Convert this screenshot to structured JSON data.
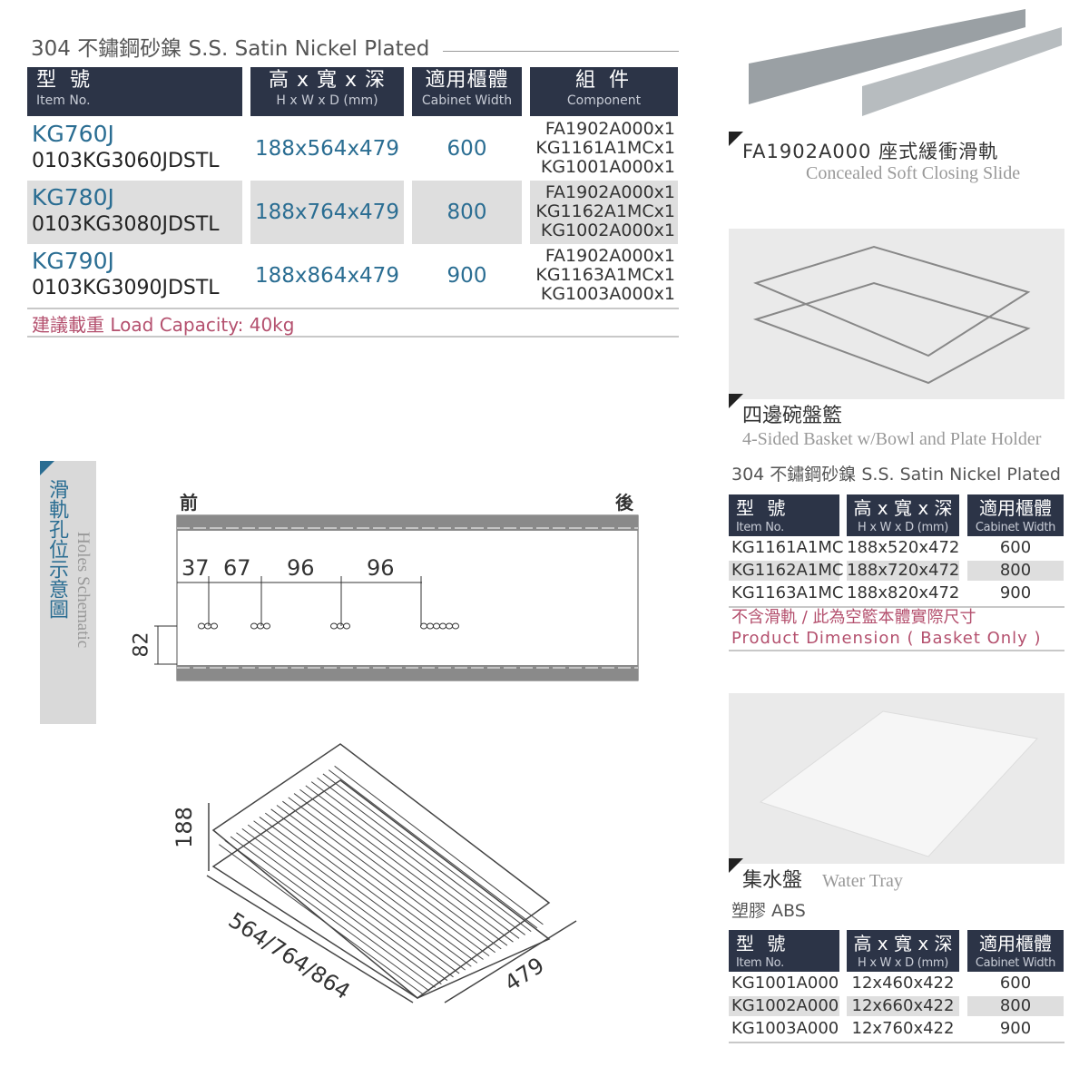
{
  "main": {
    "section_title": "304 不鏽鋼砂鎳 S.S. Satin Nickel Plated",
    "headers": [
      {
        "zh": "型 號",
        "en": "Item No."
      },
      {
        "zh": "高 x 寬 x 深",
        "en": "H x W x D (mm)"
      },
      {
        "zh": "適用櫃體",
        "en": "Cabinet Width"
      },
      {
        "zh": "組 件",
        "en": "Component"
      }
    ],
    "rows": [
      {
        "model": "KG760J",
        "code": "0103KG3060JDSTL",
        "dim": "188x564x479",
        "width": "600",
        "components": [
          "FA1902A000x1",
          "KG1161A1MCx1",
          "KG1001A000x1"
        ]
      },
      {
        "model": "KG780J",
        "code": "0103KG3080JDSTL",
        "dim": "188x764x479",
        "width": "800",
        "components": [
          "FA1902A000x1",
          "KG1162A1MCx1",
          "KG1002A000x1"
        ]
      },
      {
        "model": "KG790J",
        "code": "0103KG3090JDSTL",
        "dim": "188x864x479",
        "width": "900",
        "components": [
          "FA1902A000x1",
          "KG1163A1MCx1",
          "KG1003A000x1"
        ]
      }
    ],
    "load_capacity": "建議載重 Load Capacity: 40kg"
  },
  "schematic": {
    "label_zh": "滑軌孔位示意圖",
    "label_en": "Holes Schematic",
    "front": "前",
    "back": "後",
    "dims": [
      "37",
      "67",
      "96",
      "96"
    ],
    "height": "82"
  },
  "drawing": {
    "height": "188",
    "width": "564/764/864",
    "depth": "479"
  },
  "slide": {
    "title_zh": "FA1902A000 座式緩衝滑軌",
    "title_en": "Concealed Soft Closing Slide"
  },
  "basket": {
    "title_zh": "四邊碗盤籃",
    "title_en": "4-Sided Basket w/Bowl and Plate Holder",
    "section_title": "304 不鏽鋼砂鎳 S.S. Satin Nickel Plated",
    "headers": [
      {
        "zh": "型 號",
        "en": "Item No."
      },
      {
        "zh": "高 x 寬 x 深",
        "en": "H x W x D (mm)"
      },
      {
        "zh": "適用櫃體",
        "en": "Cabinet Width"
      }
    ],
    "rows": [
      {
        "model": "KG1161A1MC",
        "dim": "188x520x472",
        "width": "600"
      },
      {
        "model": "KG1162A1MC",
        "dim": "188x720x472",
        "width": "800"
      },
      {
        "model": "KG1163A1MC",
        "dim": "188x820x472",
        "width": "900"
      }
    ],
    "note_zh": "不含滑軌 / 此為空籃本體實際尺寸",
    "note_en": "Product Dimension ( Basket Only )"
  },
  "tray": {
    "title_zh": "集水盤",
    "title_en": "Water Tray",
    "material": "塑膠 ABS",
    "headers": [
      {
        "zh": "型 號",
        "en": "Item No."
      },
      {
        "zh": "高 x 寬 x 深",
        "en": "H x W x D (mm)"
      },
      {
        "zh": "適用櫃體",
        "en": "Cabinet Width"
      }
    ],
    "rows": [
      {
        "model": "KG1001A000",
        "dim": "12x460x422",
        "width": "600"
      },
      {
        "model": "KG1002A000",
        "dim": "12x660x422",
        "width": "800"
      },
      {
        "model": "KG1003A000",
        "dim": "12x760x422",
        "width": "900"
      }
    ]
  }
}
